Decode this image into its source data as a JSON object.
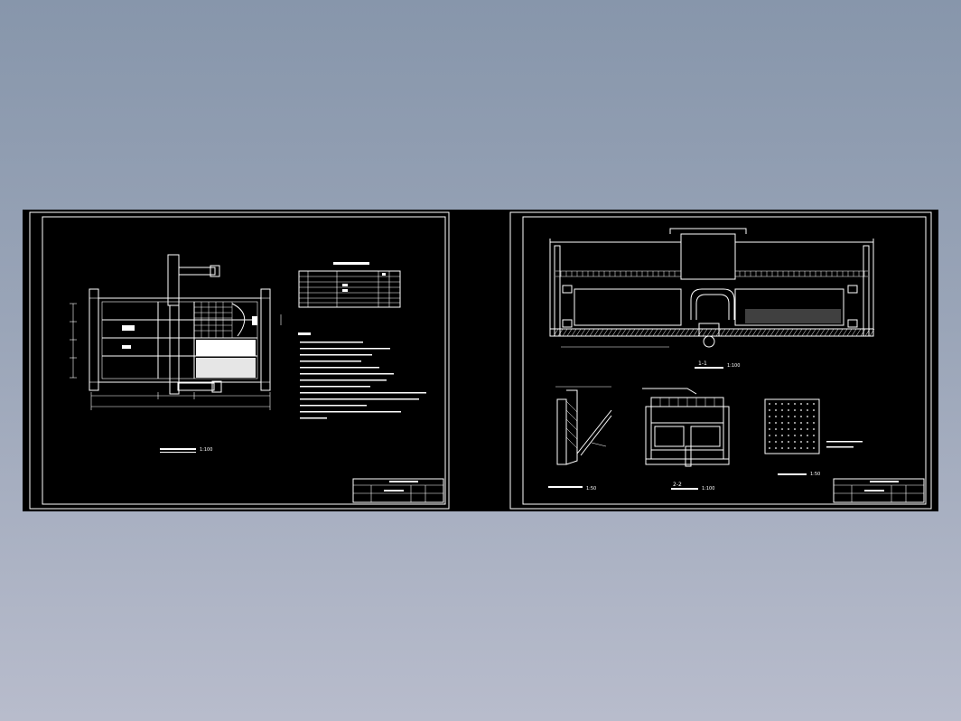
{
  "drawing": {
    "background": "#000000",
    "line_color": "#ffffff",
    "sheets": [
      {
        "name": "sheet-1",
        "main_view_caption": "",
        "main_view_scale": "1:100",
        "table_title": "",
        "title_block": {
          "project": "",
          "drawing_name": ""
        }
      },
      {
        "name": "sheet-2",
        "section_1_caption": "1-1",
        "section_1_scale": "1:100",
        "section_2_caption": "2-2",
        "section_2_scale": "1:100",
        "detail_1_scale": "1:50",
        "grid_detail_scale": "1:50",
        "title_block": {
          "project": "",
          "drawing_name": ""
        }
      }
    ]
  }
}
